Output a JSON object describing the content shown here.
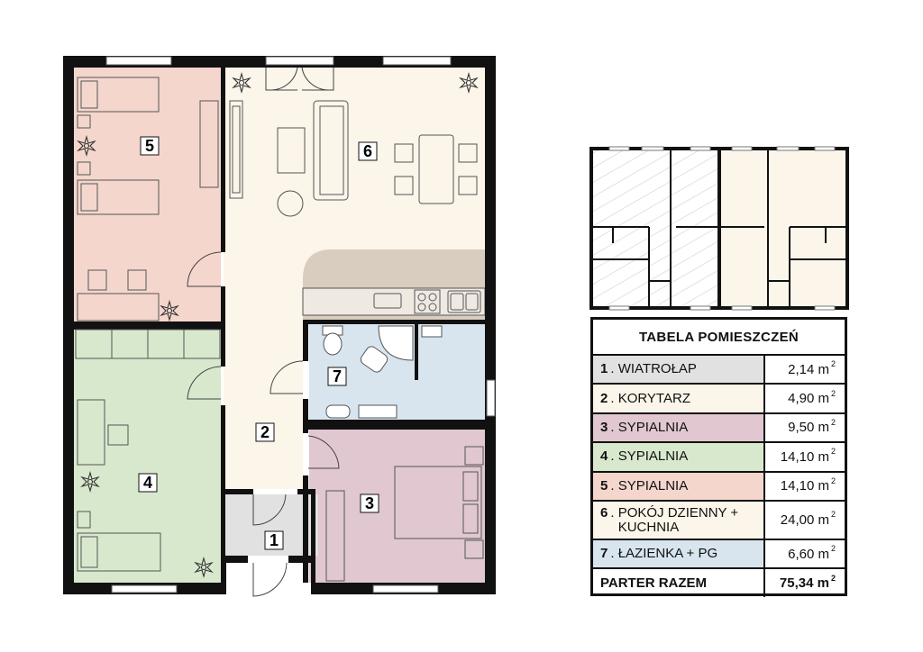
{
  "rooms": [
    {
      "num": "1",
      "name": "WIATROŁAP",
      "area": "2,14",
      "unit": "m",
      "exp": "2",
      "color": "#e1e1e1"
    },
    {
      "num": "2",
      "name": "KORYTARZ",
      "area": "4,90",
      "unit": "m",
      "exp": "2",
      "color": "#fbf5ea"
    },
    {
      "num": "3",
      "name": "SYPIALNIA",
      "area": "9,50",
      "unit": "m",
      "exp": "2",
      "color": "#e0c7d0"
    },
    {
      "num": "4",
      "name": "SYPIALNIA",
      "area": "14,10",
      "unit": "m",
      "exp": "2",
      "color": "#d8e8cd"
    },
    {
      "num": "5",
      "name": "SYPIALNIA",
      "area": "14,10",
      "unit": "m",
      "exp": "2",
      "color": "#f4d6cd"
    },
    {
      "num": "6",
      "name": "POKÓJ DZIENNY +",
      "name2": "KUCHNIA",
      "area": "24,00",
      "unit": "m",
      "exp": "2",
      "color": "#fbf5ea"
    },
    {
      "num": "7",
      "name": "ŁAZIENKA + PG",
      "area": "6,60",
      "unit": "m",
      "exp": "2",
      "color": "#d8e5ee"
    }
  ],
  "table": {
    "title": "TABELA POMIESZCZEŃ",
    "total_label": "PARTER RAZEM",
    "total_area": "75,34",
    "total_unit": "m",
    "total_exp": "2"
  },
  "colors": {
    "wall": "#111111",
    "kitchen_counter": "#d9cdc0",
    "furniture_stroke": "#555555",
    "hatch": "#cfcfcf",
    "window_frame": "#ffffff"
  },
  "icons": [
    "plant-icon",
    "bed-icon",
    "sofa-icon",
    "chair-icon",
    "table-icon",
    "door-icon",
    "window-icon",
    "toilet-icon",
    "shower-icon",
    "sink-icon",
    "stove-icon",
    "radiator-icon"
  ]
}
